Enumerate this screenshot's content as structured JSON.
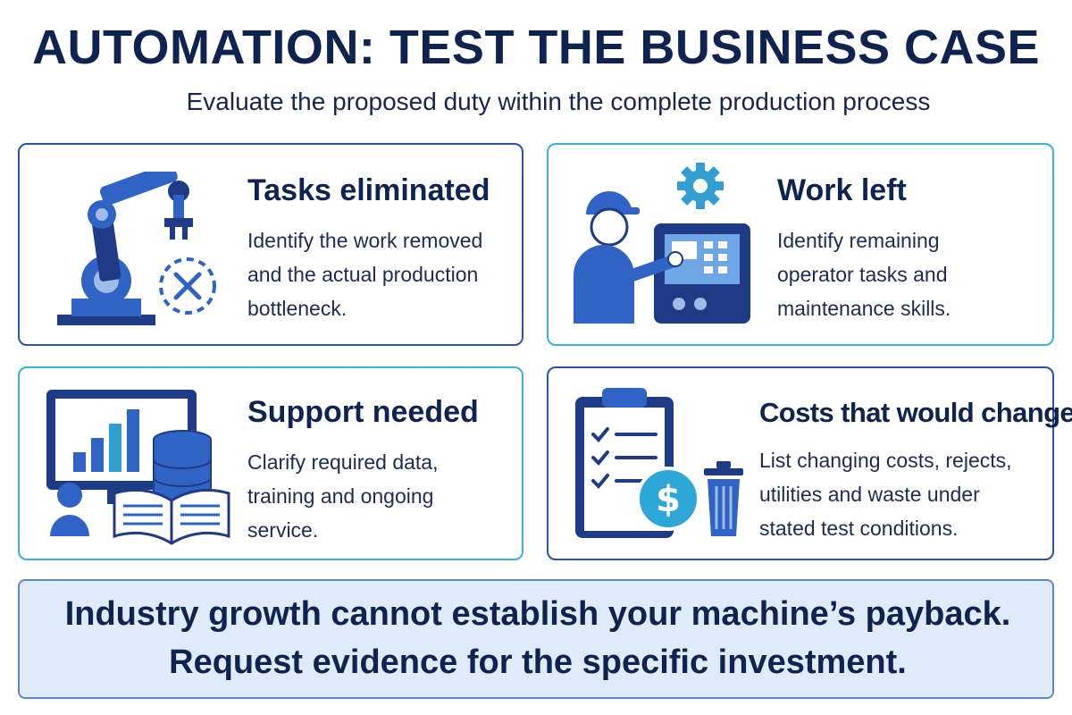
{
  "header": {
    "title": "AUTOMATION: TEST THE BUSINESS CASE",
    "subtitle": "Evaluate the proposed duty within the complete production process"
  },
  "cards": [
    {
      "heading": "Tasks eliminated",
      "body": [
        "Identify the work removed",
        "and the actual production",
        "bottleneck."
      ],
      "icon": "robot-arm-icon"
    },
    {
      "heading": "Work left",
      "body": [
        "Identify remaining",
        "operator tasks and",
        "maintenance skills."
      ],
      "icon": "operator-control-panel-icon"
    },
    {
      "heading": "Support needed",
      "body": [
        "Clarify required data,",
        "training and ongoing",
        "service."
      ],
      "icon": "monitor-database-book-icon"
    },
    {
      "heading": "Costs that would change",
      "body": [
        "List changing costs, rejects,",
        "utilities and waste under",
        "stated test conditions."
      ],
      "icon": "clipboard-dollar-trash-icon"
    }
  ],
  "banner": {
    "line1": "Industry growth cannot establish your machine’s payback.",
    "line2": "Request evidence for the specific investment."
  },
  "colors": {
    "navy": "#0f2350",
    "blue": "#2f63c4",
    "teal": "#3fb0d8",
    "banner_bg": "#dfeafa"
  }
}
